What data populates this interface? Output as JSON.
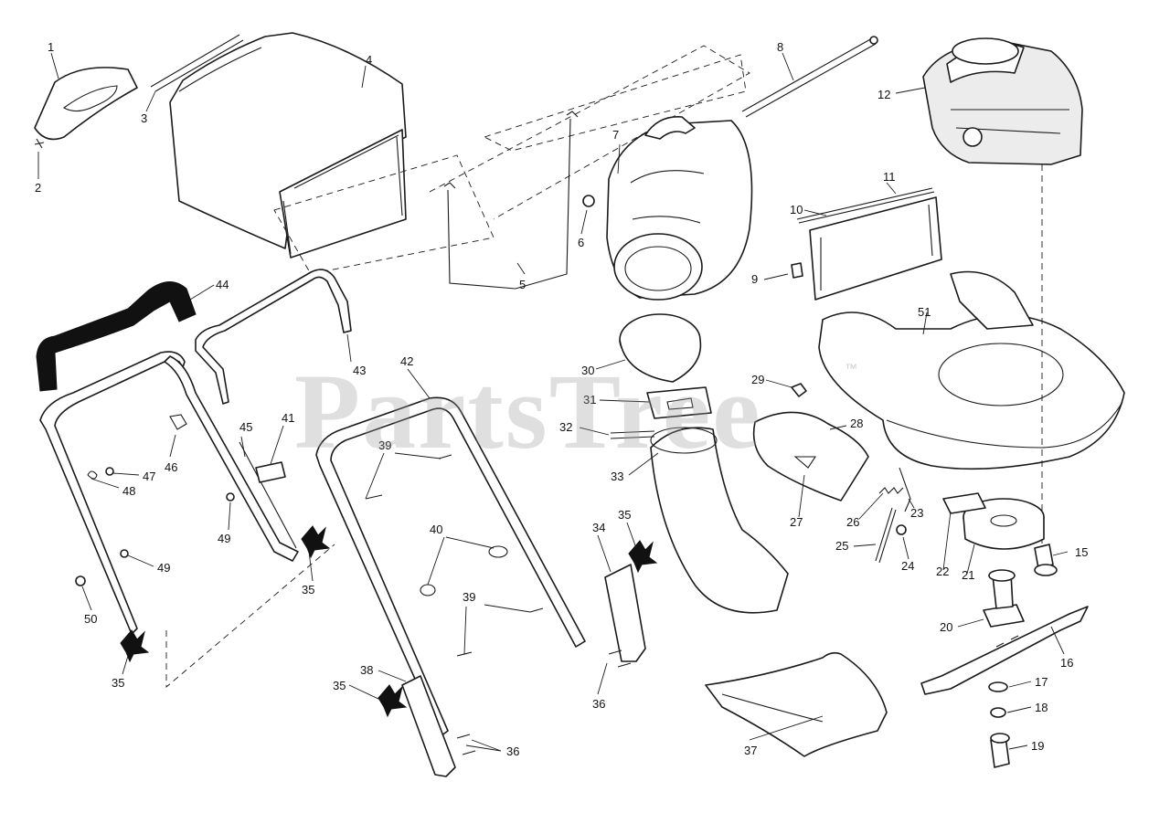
{
  "watermark": {
    "text": "PartsTree",
    "trademark": "™"
  },
  "callouts": [
    {
      "id": "1",
      "label": "1"
    },
    {
      "id": "2",
      "label": "2"
    },
    {
      "id": "3",
      "label": "3"
    },
    {
      "id": "4",
      "label": "4"
    },
    {
      "id": "5",
      "label": "5"
    },
    {
      "id": "6",
      "label": "6"
    },
    {
      "id": "7",
      "label": "7"
    },
    {
      "id": "8",
      "label": "8"
    },
    {
      "id": "9",
      "label": "9"
    },
    {
      "id": "10",
      "label": "10"
    },
    {
      "id": "11",
      "label": "11"
    },
    {
      "id": "12",
      "label": "12"
    },
    {
      "id": "15",
      "label": "15"
    },
    {
      "id": "16",
      "label": "16"
    },
    {
      "id": "17",
      "label": "17"
    },
    {
      "id": "18",
      "label": "18"
    },
    {
      "id": "19",
      "label": "19"
    },
    {
      "id": "20",
      "label": "20"
    },
    {
      "id": "21",
      "label": "21"
    },
    {
      "id": "22",
      "label": "22"
    },
    {
      "id": "23",
      "label": "23"
    },
    {
      "id": "24",
      "label": "24"
    },
    {
      "id": "25",
      "label": "25"
    },
    {
      "id": "26",
      "label": "26"
    },
    {
      "id": "27",
      "label": "27"
    },
    {
      "id": "28",
      "label": "28"
    },
    {
      "id": "29",
      "label": "29"
    },
    {
      "id": "30",
      "label": "30"
    },
    {
      "id": "31",
      "label": "31"
    },
    {
      "id": "32",
      "label": "32"
    },
    {
      "id": "33",
      "label": "33"
    },
    {
      "id": "34",
      "label": "34"
    },
    {
      "id": "35a",
      "label": "35"
    },
    {
      "id": "35b",
      "label": "35"
    },
    {
      "id": "35c",
      "label": "35"
    },
    {
      "id": "35d",
      "label": "35"
    },
    {
      "id": "36a",
      "label": "36"
    },
    {
      "id": "36b",
      "label": "36"
    },
    {
      "id": "37",
      "label": "37"
    },
    {
      "id": "38",
      "label": "38"
    },
    {
      "id": "39a",
      "label": "39"
    },
    {
      "id": "39b",
      "label": "39"
    },
    {
      "id": "40",
      "label": "40"
    },
    {
      "id": "41",
      "label": "41"
    },
    {
      "id": "42",
      "label": "42"
    },
    {
      "id": "43",
      "label": "43"
    },
    {
      "id": "44",
      "label": "44"
    },
    {
      "id": "45",
      "label": "45"
    },
    {
      "id": "46",
      "label": "46"
    },
    {
      "id": "47",
      "label": "47"
    },
    {
      "id": "48",
      "label": "48"
    },
    {
      "id": "49a",
      "label": "49"
    },
    {
      "id": "49b",
      "label": "49"
    },
    {
      "id": "50",
      "label": "50"
    },
    {
      "id": "51",
      "label": "51"
    }
  ]
}
